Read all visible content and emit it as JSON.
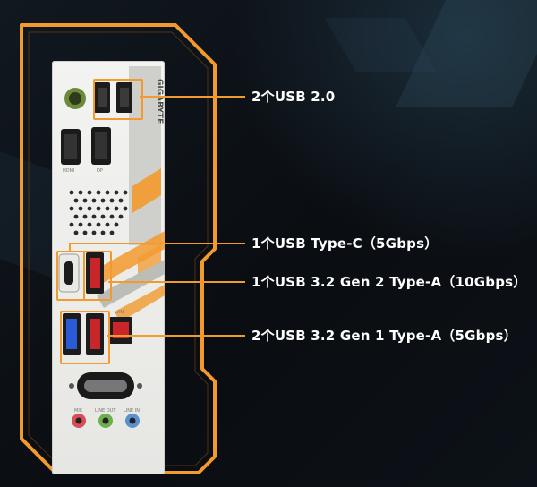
{
  "brand_text": "GIGABYTE",
  "accent_color": "#f29a2e",
  "callouts": [
    {
      "id": "usb20",
      "label": "2个USB 2.0"
    },
    {
      "id": "typec",
      "label": "1个USB Type-C（5Gbps）"
    },
    {
      "id": "usb32g2",
      "label": "1个USB 3.2 Gen 2 Type-A（10Gbps）"
    },
    {
      "id": "usb32g1",
      "label": "2个USB 3.2 Gen 1 Type-A（5Gbps）"
    }
  ],
  "board_labels": {
    "hdmi": "HDMI",
    "dp": "DP",
    "lan": "LAN",
    "mic": "MIC",
    "line_out": "LINE OUT",
    "line_in": "LINE IN"
  }
}
